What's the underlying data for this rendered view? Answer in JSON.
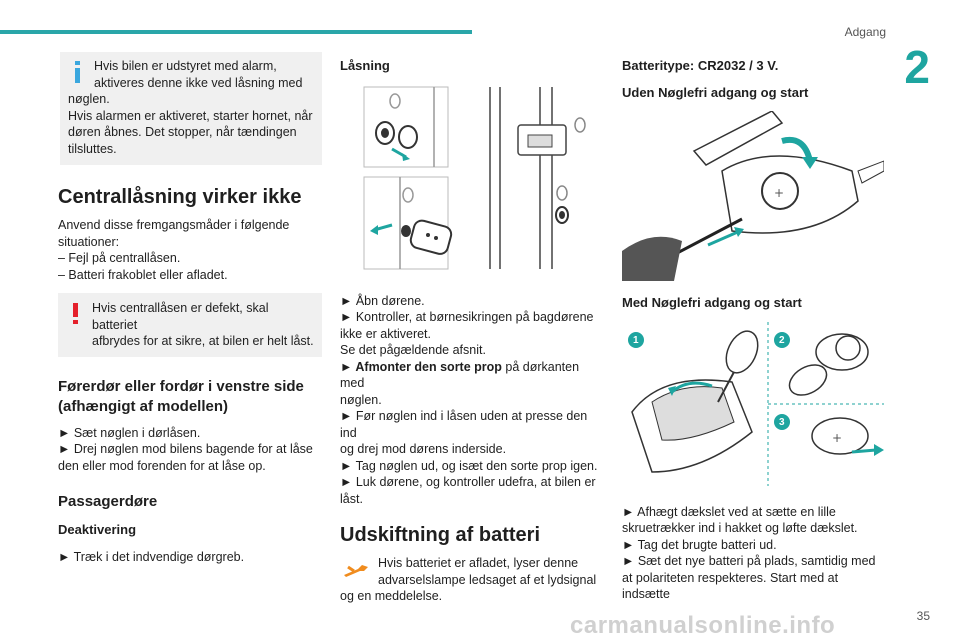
{
  "header": {
    "section_name": "Adgang",
    "chapter_number": "2",
    "page_number": "35"
  },
  "col1": {
    "alarm_box_line1": "Hvis bilen er udstyret med alarm,",
    "alarm_box_line2": "aktiveres denne ikke ved låsning med",
    "alarm_box_line3": "nøglen.",
    "alarm_box_line4": "Hvis alarmen er aktiveret, starter hornet, når",
    "alarm_box_line5": "døren åbnes. Det stopper, når tændingen",
    "alarm_box_line6": "tilsluttes.",
    "heading_central": "Centrallåsning virker ikke",
    "intro_line1": "Anvend disse fremgangsmåder i følgende",
    "intro_line2": "situationer:",
    "intro_line3": "– Fejl på centrallåsen.",
    "intro_line4": "– Batteri frakoblet eller afladet.",
    "warning_line1": "Hvis centrallåsen er defekt, skal batteriet",
    "warning_line2": "afbrydes for at sikre, at bilen er helt låst.",
    "heading_driver": "Førerdør eller fordør i venstre side (afhængigt af modellen)",
    "driver_line1": "► Sæt nøglen i dørlåsen.",
    "driver_line2": "► Drej nøglen mod bilens bagende for at låse",
    "driver_line3": "den eller mod forenden for at låse op.",
    "heading_passenger": "Passagerdøre",
    "heading_deactivation": "Deaktivering",
    "deactivation_line1": "► Træk i det indvendige dørgreb."
  },
  "col2": {
    "heading_locking": "Låsning",
    "steps": [
      "► Åbn dørene.",
      "► Kontroller, at børnesikringen på bagdørene",
      "ikke er aktiveret.",
      "Se det pågældende afsnit."
    ],
    "step_remove_bold": "► Afmonter den sorte prop",
    "step_remove_rest": " på dørkanten med",
    "steps_after": [
      "nøglen.",
      "► Før nøglen ind i låsen uden at presse den ind",
      "og drej mod dørens inderside.",
      "► Tag nøglen ud, og isæt den sorte prop igen.",
      "► Luk dørene, og kontroller udefra, at bilen er",
      "låst."
    ],
    "heading_battery": "Udskiftning af batteri",
    "battery_line1": "Hvis batteriet er afladet, lyser denne",
    "battery_line2": "advarselslampe ledsaget af et lydsignal",
    "battery_line3": "og en meddelelse."
  },
  "col3": {
    "battery_type": "Batteritype: CR2032 / 3 V.",
    "heading_without": "Uden Nøglefri adgang og start",
    "heading_with": "Med Nøglefri adgang og start",
    "badges": [
      "1",
      "2",
      "3"
    ],
    "steps": [
      "► Afhægt dækslet ved at sætte en lille",
      "skruetrækker ind i hakket og løfte dækslet.",
      "► Tag det brugte batteri ud.",
      "► Sæt det nye batteri på plads, samtidig med",
      "at polariteten respekteres. Start med at indsætte"
    ]
  },
  "watermark": "carmanualsonline.info",
  "colors": {
    "accent": "#1ea5a0",
    "info_icon": "#3aa7de",
    "warning_icon": "#e4202b",
    "wrench_icon": "#f08c1e",
    "box_bg": "#f0f0f0"
  }
}
